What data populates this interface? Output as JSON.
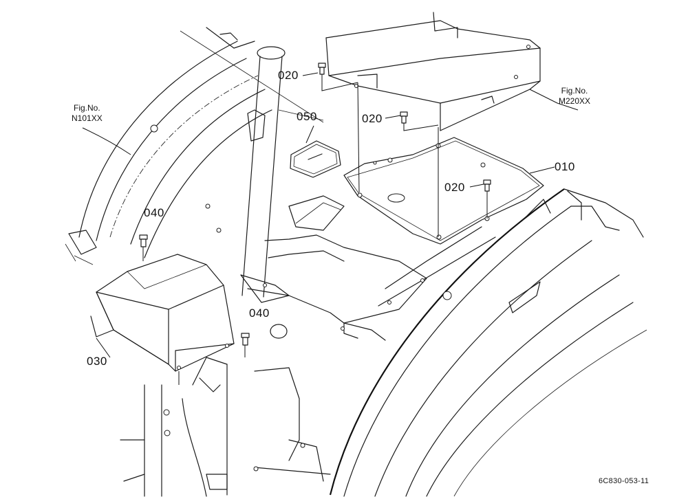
{
  "diagram": {
    "parts": [
      {
        "id": "010",
        "label": "010"
      },
      {
        "id": "020a",
        "label": "020"
      },
      {
        "id": "020b",
        "label": "020"
      },
      {
        "id": "020c",
        "label": "020"
      },
      {
        "id": "030",
        "label": "030"
      },
      {
        "id": "040a",
        "label": "040"
      },
      {
        "id": "040b",
        "label": "040"
      },
      {
        "id": "050",
        "label": "050"
      }
    ],
    "figure_refs": [
      {
        "id": "left",
        "line1": "Fig.No.",
        "line2": "N101XX"
      },
      {
        "id": "right",
        "line1": "Fig.No.",
        "line2": "M220XX"
      }
    ],
    "drawing_number": "6C830-053-11"
  }
}
